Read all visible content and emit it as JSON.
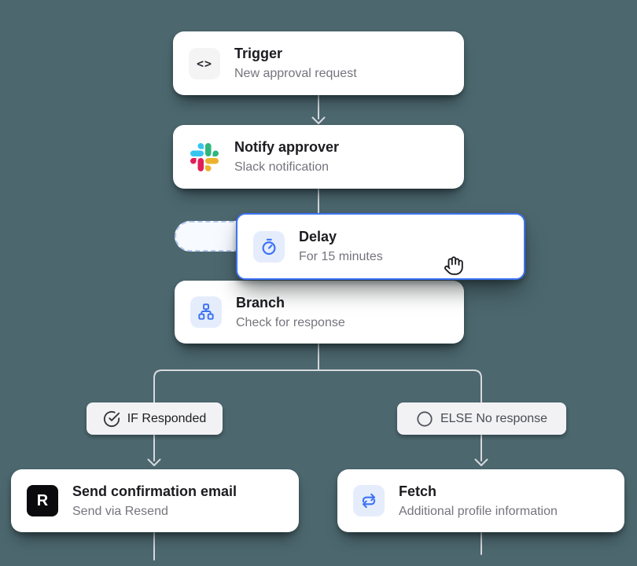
{
  "canvas": {
    "background": "#4C676E",
    "connector_color": "#D7DADE"
  },
  "nodes": {
    "trigger": {
      "title": "Trigger",
      "subtitle": "New approval request",
      "icon": "code-icon",
      "glyph": "<>"
    },
    "notify": {
      "title": "Notify approver",
      "subtitle": "Slack notification",
      "icon": "slack-icon"
    },
    "delay": {
      "title": "Delay",
      "subtitle": "For 15 minutes",
      "icon": "timer-icon",
      "state": "dragging"
    },
    "branch": {
      "title": "Branch",
      "subtitle": "Check for response",
      "icon": "sitemap-icon"
    },
    "email": {
      "title": "Send confirmation email",
      "subtitle": "Send via Resend",
      "icon": "resend-icon",
      "glyph": "R"
    },
    "fetch": {
      "title": "Fetch",
      "subtitle": "Additional profile information",
      "icon": "swap-arrows-icon"
    }
  },
  "branch_labels": {
    "if": {
      "label": "IF Responded",
      "icon": "check-circle-icon"
    },
    "else": {
      "label": "ELSE No response",
      "icon": "circle-icon"
    }
  },
  "cursor": {
    "icon": "grab-hand-icon"
  },
  "colors": {
    "card_bg": "#FFFFFF",
    "title": "#1B1B20",
    "subtitle": "#74747D",
    "icon_bg_gray": "#F4F4F5",
    "icon_bg_blue": "#E5EDFC",
    "icon_blue": "#3D72F4",
    "drag_border": "#3D72F4",
    "dropzone_bg": "#F7FAFF",
    "dropzone_border": "#B5C7F3",
    "badge_bg": "#F2F2F4",
    "resend_bg": "#0B0B0E",
    "slack_blue": "#36C5F0",
    "slack_green": "#2EB67D",
    "slack_red": "#E01E5A",
    "slack_yellow": "#ECB22E"
  }
}
